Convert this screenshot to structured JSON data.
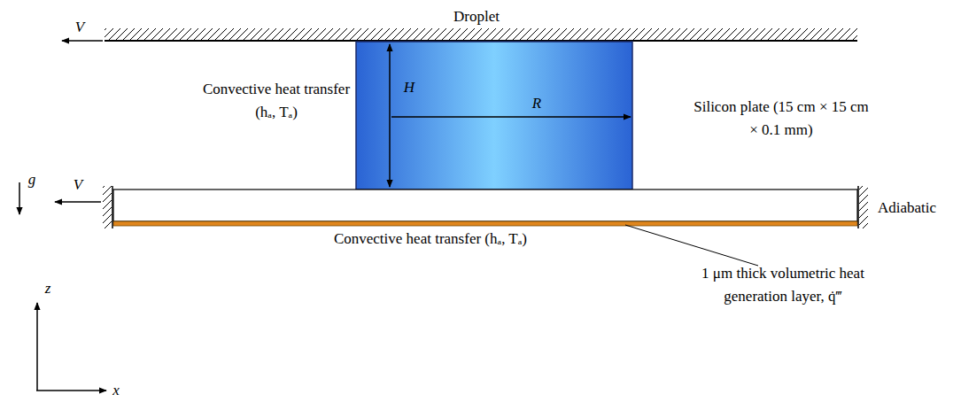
{
  "diagram": {
    "title": "Droplet",
    "labels": [
      "V",
      "Convective heat transfer (hₐ, Tₐ)",
      "H",
      "R",
      "Silicon plate (15 cm × 15 cm × 0.1 mm)",
      "g",
      "V",
      "Adiabatic",
      "Convective heat transfer (hₐ, Tₐ)",
      "1 μm thick volumetric heat generation layer, q̇‴",
      "z",
      "x"
    ]
  }
}
